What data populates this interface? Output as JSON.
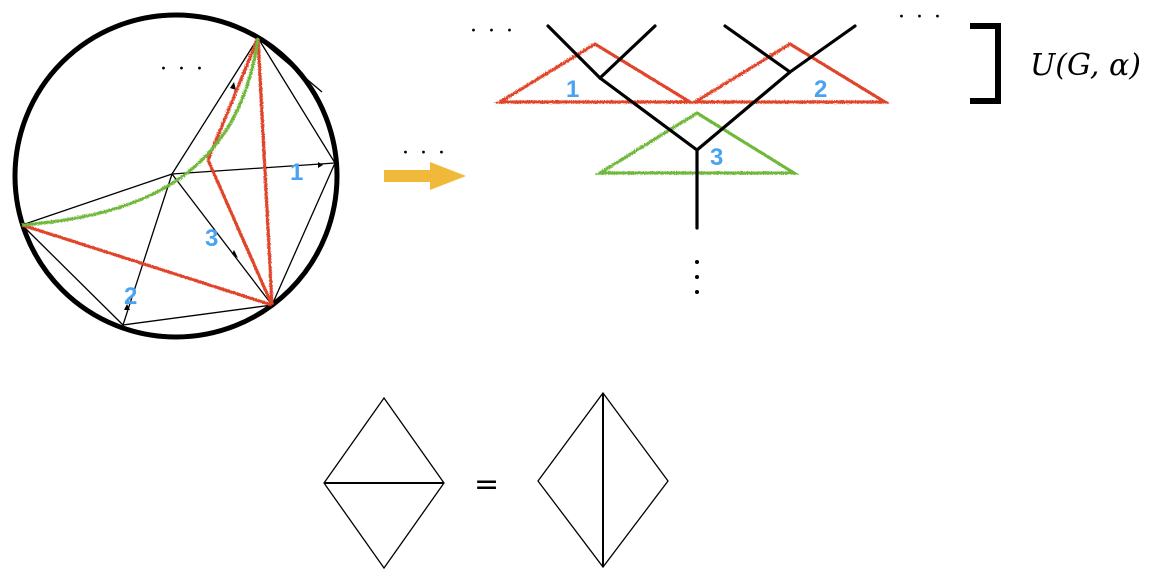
{
  "labels": {
    "region_1": "1",
    "region_2": "2",
    "region_3": "3"
  },
  "ellipsis": "· · ·",
  "formula": "U(G, α)",
  "equals": "=",
  "colors": {
    "red": "#e0442b",
    "green": "#6fb83a",
    "blue_label": "#4aa3f0",
    "arrow": "#f0b93a",
    "black": "#000000"
  }
}
